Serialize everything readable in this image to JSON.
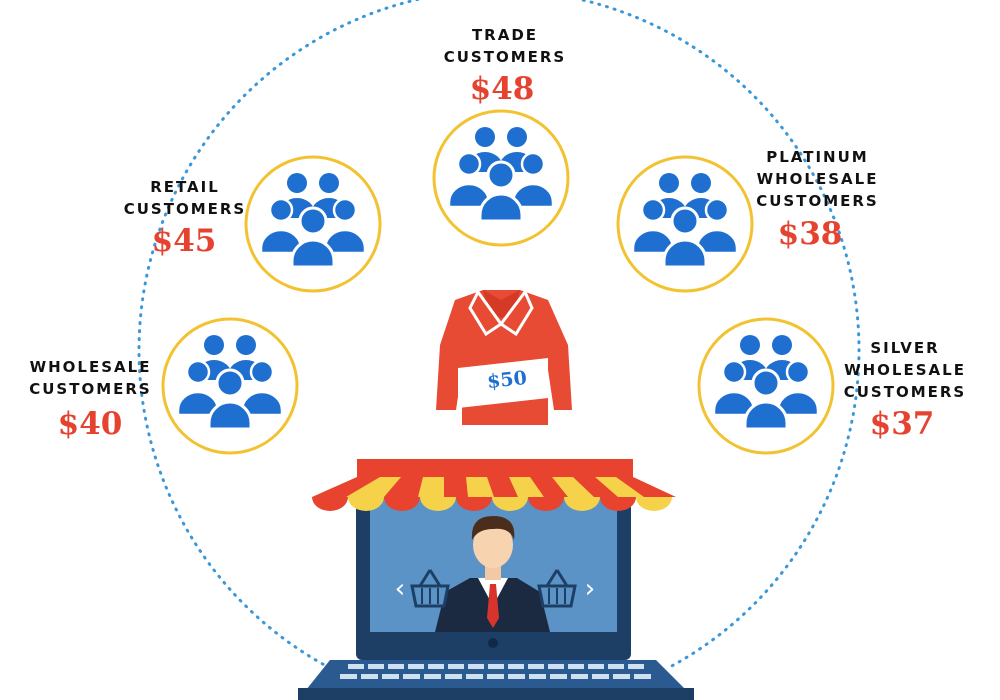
{
  "product": {
    "price": "$50"
  },
  "groups": [
    {
      "id": "trade",
      "label_lines": [
        "TRADE",
        "CUSTOMERS"
      ],
      "price": "$48"
    },
    {
      "id": "retail",
      "label_lines": [
        "RETAIL",
        "CUSTOMERS"
      ],
      "price": "$45"
    },
    {
      "id": "platinum",
      "label_lines": [
        "PLATINUM",
        "WHOLESALE",
        "CUSTOMERS"
      ],
      "price": "$38"
    },
    {
      "id": "wholesale",
      "label_lines": [
        "WHOLESALE",
        "CUSTOMERS"
      ],
      "price": "$40"
    },
    {
      "id": "silver",
      "label_lines": [
        "SILVER",
        "WHOLESALE",
        "CUSTOMERS"
      ],
      "price": "$37"
    }
  ],
  "nav": {
    "prev": "‹",
    "next": "›"
  },
  "colors": {
    "people": "#1f6fd1",
    "circle_border": "#f2c230",
    "price": "#e5432f",
    "dotted_arc": "#3a97d9",
    "shirt": "#e84b34",
    "screen": "#5b93c7",
    "laptop": "#1d3f66",
    "awning_red": "#e8432e",
    "awning_yellow": "#f6d24a"
  },
  "icons": [
    "people-group-icon",
    "shirt-icon",
    "shopping-basket-icon",
    "laptop-icon",
    "store-awning-icon",
    "salesman-icon",
    "chevron-left-icon",
    "chevron-right-icon"
  ]
}
